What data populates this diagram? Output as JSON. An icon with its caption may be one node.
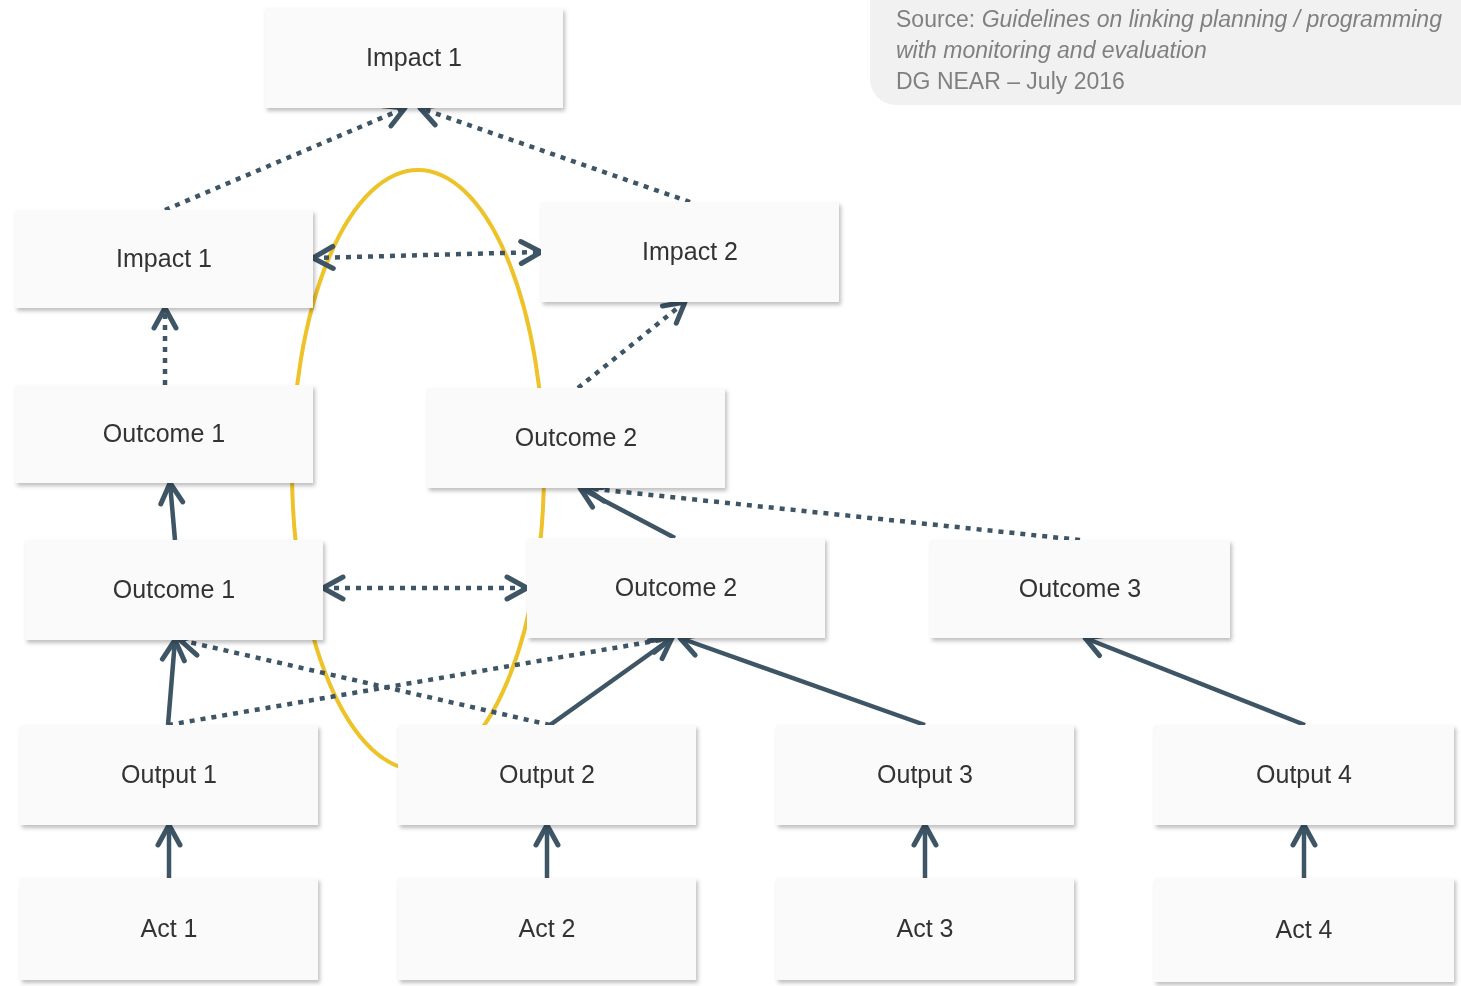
{
  "diagram": {
    "nodes": [
      {
        "text": [
          "Impact 1"
        ]
      },
      {
        "text": [
          "Impact 1"
        ]
      },
      {
        "text": [
          "Impact 2"
        ]
      },
      {
        "text": [
          "Outcome 1"
        ]
      },
      {
        "text": [
          "Outcome 2"
        ]
      },
      {
        "text": [
          "Outcome 1"
        ]
      },
      {
        "text": [
          "Outcome 2"
        ]
      },
      {
        "text": [
          "Outcome 3"
        ]
      },
      {
        "text": [
          "Output 1"
        ]
      },
      {
        "text": [
          "Output 2"
        ]
      },
      {
        "text": [
          "Output 3"
        ]
      },
      {
        "text": [
          "Output 4"
        ]
      },
      {
        "text": [
          "Act 1"
        ]
      },
      {
        "text": [
          "Act 2"
        ]
      },
      {
        "text": [
          "Act 3"
        ]
      },
      {
        "text": [
          "Act 4"
        ]
      }
    ],
    "edges": [
      {
        "from": 1,
        "to": 0,
        "arrow": "to",
        "style": "dashed"
      },
      {
        "from": 2,
        "to": 0,
        "arrow": "to",
        "style": "dashed"
      },
      {
        "from": 1,
        "to": 2,
        "arrow": "both",
        "style": "dashed"
      },
      {
        "from": 3,
        "to": 1,
        "arrow": "to",
        "style": "dashed"
      },
      {
        "from": 4,
        "to": 2,
        "arrow": "to",
        "style": "dashed"
      },
      {
        "from": 5,
        "to": 3,
        "arrow": "to"
      },
      {
        "from": 6,
        "to": 4,
        "arrow": "to"
      },
      {
        "from": 7,
        "to": 4,
        "arrow": "to",
        "style": "dashed"
      },
      {
        "from": 5,
        "to": 6,
        "arrow": "both",
        "style": "dashed"
      },
      {
        "from": 8,
        "to": 5,
        "arrow": "to"
      },
      {
        "from": 8,
        "to": 6,
        "arrow": "to",
        "style": "dashed"
      },
      {
        "from": 9,
        "to": 5,
        "arrow": "to",
        "style": "dashed"
      },
      {
        "from": 9,
        "to": 6,
        "arrow": "to"
      },
      {
        "from": 10,
        "to": 6,
        "arrow": "to"
      },
      {
        "from": 11,
        "to": 7,
        "arrow": "to"
      },
      {
        "from": 12,
        "to": 8,
        "arrow": "to"
      },
      {
        "from": 13,
        "to": 9,
        "arrow": "to"
      },
      {
        "from": 14,
        "to": 10,
        "arrow": "to"
      },
      {
        "from": 15,
        "to": 11,
        "arrow": "to"
      }
    ],
    "labels": [
      "Source: *Guidelines on linking planning / programming with monitoring and evaluation*",
      "DG NEAR – July 2016"
    ]
  }
}
